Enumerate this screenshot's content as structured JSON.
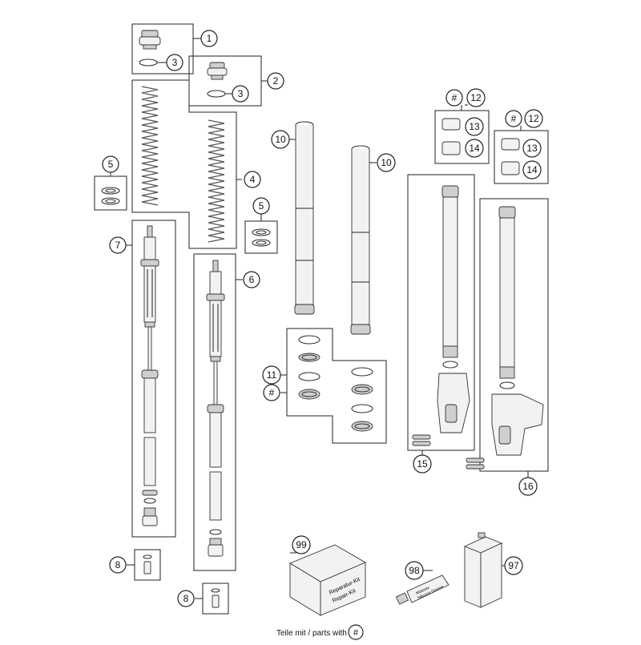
{
  "callouts": {
    "c1": "1",
    "c2": "2",
    "c3a": "3",
    "c3b": "3",
    "c4": "4",
    "c5a": "5",
    "c5b": "5",
    "c6": "6",
    "c7": "7",
    "c8a": "8",
    "c8b": "8",
    "c10a": "10",
    "c10b": "10",
    "c11": "11",
    "c11hash": "#",
    "c12a": "12",
    "c12b": "12",
    "c12hashA": "#",
    "c12hashB": "#",
    "c13a": "13",
    "c13b": "13",
    "c14a": "14",
    "c14b": "14",
    "c15": "15",
    "c16": "16",
    "c97": "97",
    "c98": "98",
    "c99": "99"
  },
  "footer": {
    "note": "Teile mit / parts with",
    "hash": "#"
  },
  "box_labels": {
    "line1": "Reparatur-Kit",
    "line2": "Repair-Kit"
  },
  "tube_label": {
    "line1": "Motorex",
    "line2": "Silicone Grease"
  }
}
